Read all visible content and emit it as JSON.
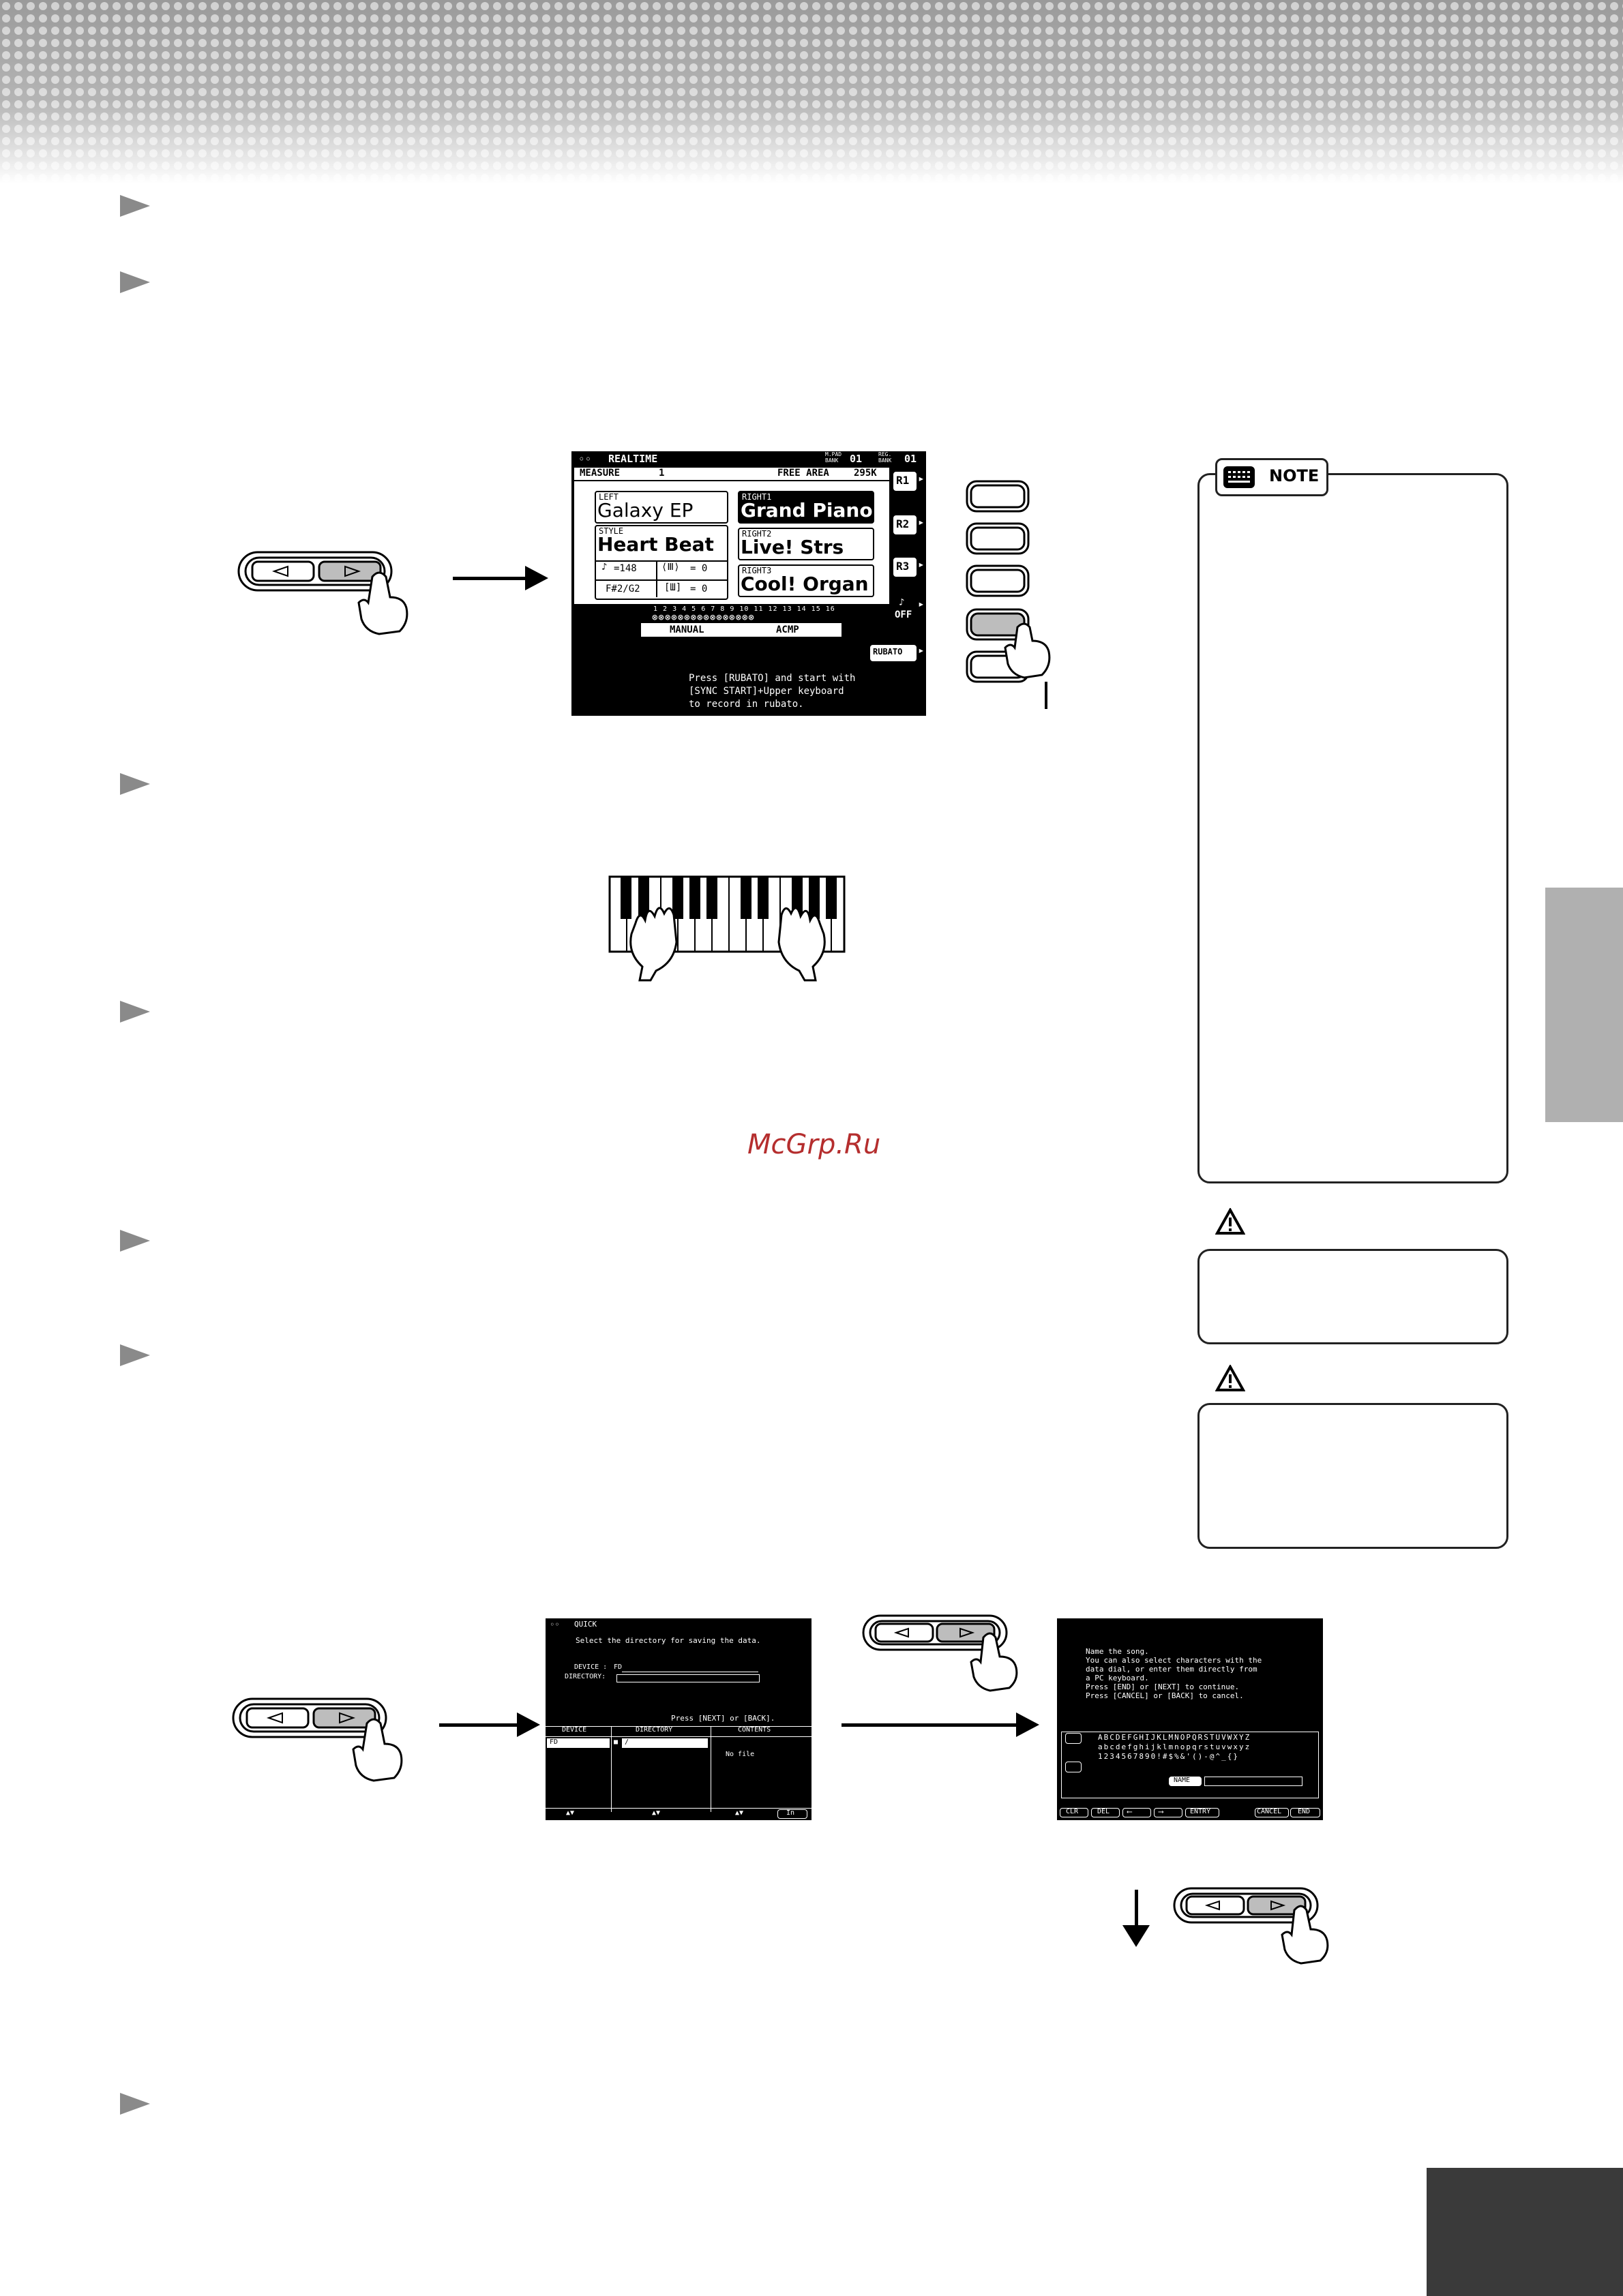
{
  "watermark": "McGrp.Ru",
  "note": {
    "label": "NOTE"
  },
  "screen1": {
    "mode": "REALTIME",
    "mpad_label": "M.PAD\nBANK",
    "mpad_value": "01",
    "reg_label": "REG.\nBANK",
    "reg_value": "01",
    "measure_label": "MEASURE",
    "measure_value": "1",
    "free_area_label": "FREE AREA",
    "free_area_value": "295K",
    "left_label": "LEFT",
    "left_voice": "Galaxy EP",
    "right1_label": "RIGHT1",
    "right1_voice": "Grand Piano",
    "right2_label": "RIGHT2",
    "right2_voice": "Live! Strs",
    "right3_label": "RIGHT3",
    "right3_voice": "Cool! Organ",
    "style_label": "STYLE",
    "style_name": "Heart Beat",
    "tempo": "=148",
    "transpose": "= 0",
    "octave": "= 0",
    "split": "F#2/G2",
    "channels": "1 2 3 4 5 6 7 8 9 10 11 12 13 14 15 16",
    "manual": "MANUAL",
    "acmp": "ACMP",
    "side_r1": "R1",
    "side_r2": "R2",
    "side_r3": "R3",
    "side_off": "OFF",
    "side_rubato": "RUBATO",
    "message": "Press [RUBATO] and start with\n[SYNC START]+Upper keyboard\nto record in rubato."
  },
  "screen2": {
    "title": "QUICK",
    "prompt": "Select the directory for saving the data.",
    "device_label": "DEVICE :",
    "device_value": "FD",
    "directory_label": "DIRECTORY:",
    "hint": "Press [NEXT] or [BACK].",
    "col_device": "DEVICE",
    "col_directory": "DIRECTORY",
    "col_contents": "CONTENTS",
    "row_device": "FD",
    "row_directory": "/",
    "row_contents": "No file",
    "btn_in": "In"
  },
  "screen3": {
    "message": "Name the song.\nYou can also select characters with the\ndata dial, or enter them directly from\na PC keyboard.\nPress [END] or [NEXT] to continue.\nPress [CANCEL] or [BACK] to cancel.",
    "chars_upper": "ABCDEFGHIJKLMNOPQRSTUVWXYZ",
    "chars_lower": "abcdefghijklmnopqrstuvwxyz",
    "chars_digits": "1234567890!#$%&'()-@^_{}",
    "name_label": "NAME",
    "btn_clr": "CLR",
    "btn_del": "DEL",
    "btn_entry": "ENTRY",
    "btn_cancel": "CANCEL",
    "btn_end": "END"
  }
}
